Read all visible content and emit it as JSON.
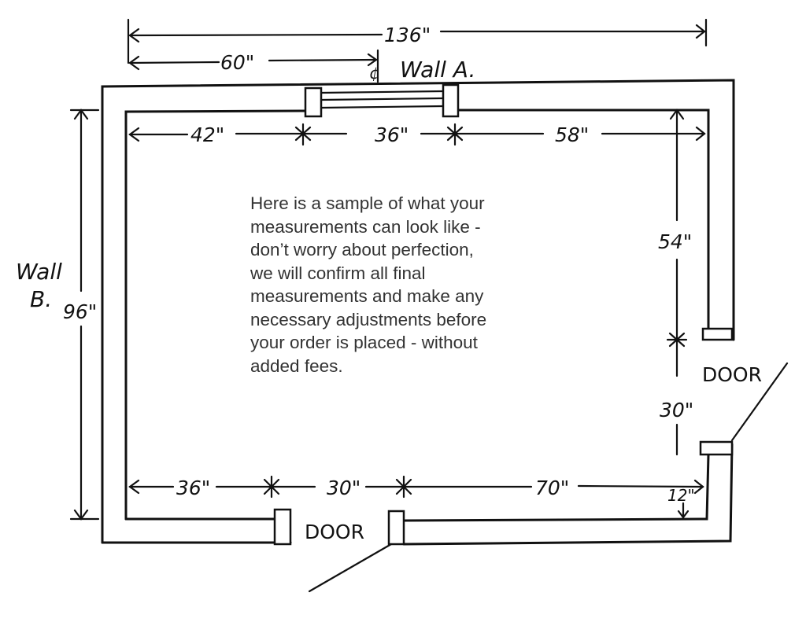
{
  "labels": {
    "overall_width": "136\"",
    "centerline_offset": "60\"",
    "wall_a": "Wall A.",
    "wall_b_line1": "Wall",
    "wall_b_line2": "B.",
    "wall_b_length": "96\"",
    "top_seg1": "42\"",
    "top_window": "36\"",
    "top_seg3": "58\"",
    "right_seg1": "54\"",
    "right_door_width": "30\"",
    "right_door_label": "DOOR",
    "bottom_offset": "12\"",
    "bottom_seg1": "36\"",
    "bottom_door_width": "30\"",
    "bottom_seg3": "70\"",
    "bottom_door_label": "DOOR"
  },
  "note": {
    "lines": [
      "Here is a sample of what your",
      "measurements can look like -",
      "don’t worry about perfection,",
      "we will confirm all final",
      "measurements and make any",
      "necessary adjustments before",
      "your order is placed - without",
      "added fees."
    ]
  }
}
